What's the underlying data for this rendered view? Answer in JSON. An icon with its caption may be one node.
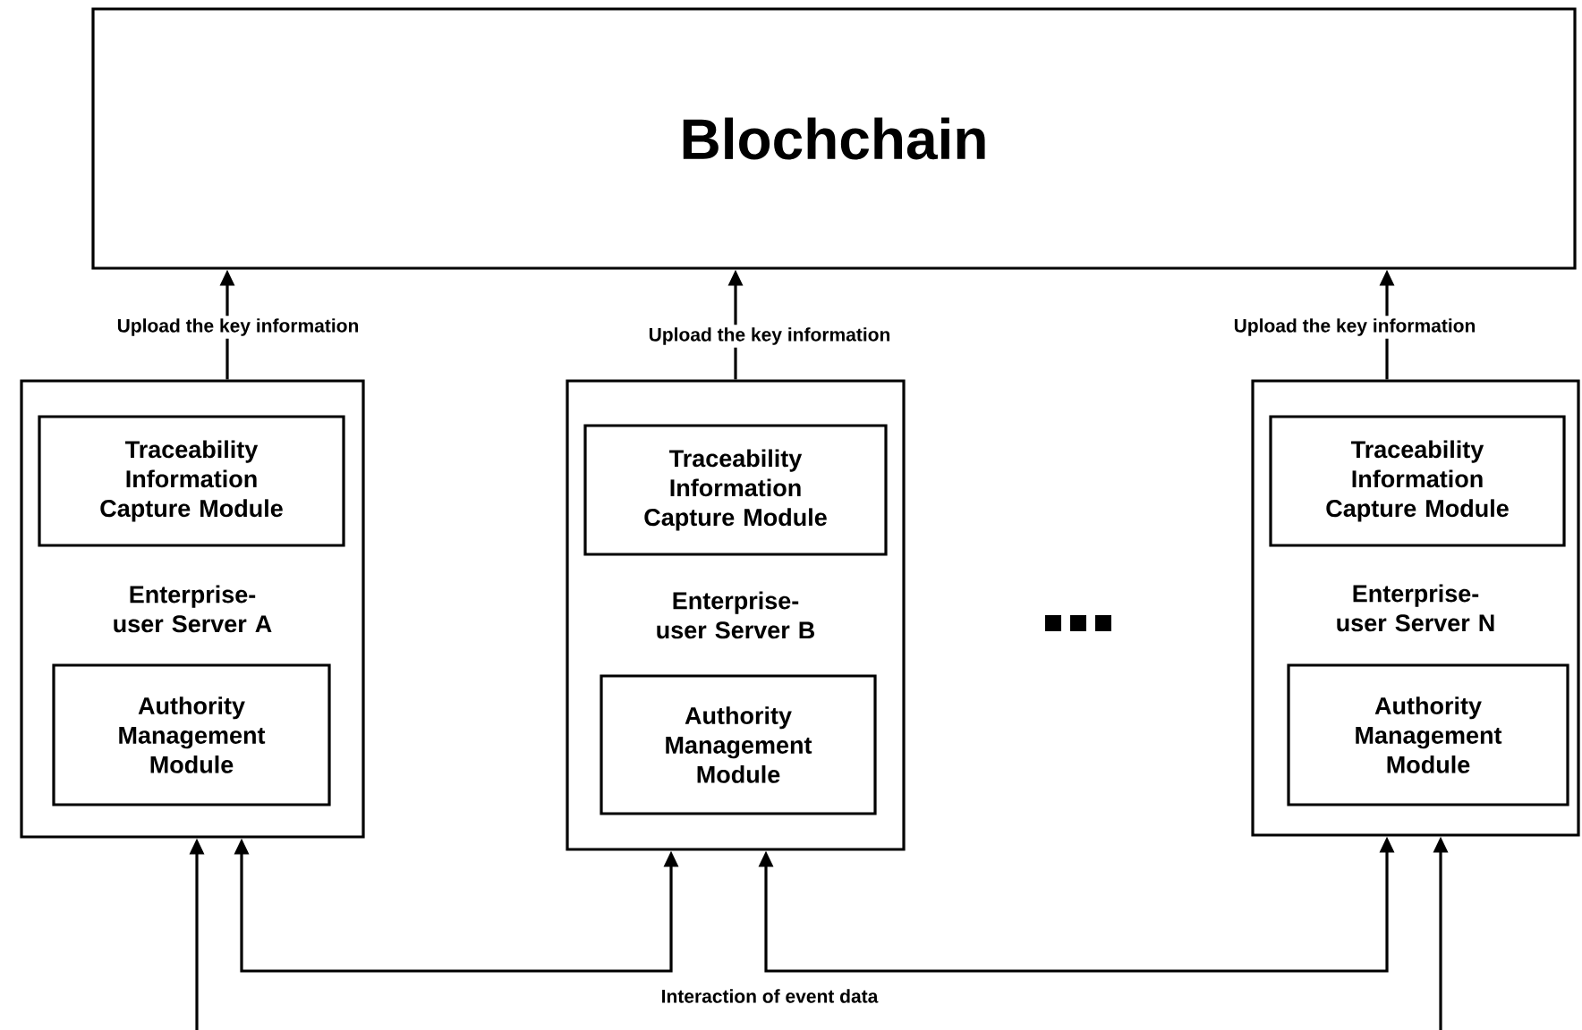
{
  "diagram": {
    "nodes": [
      {
        "text": [
          "Blochchain"
        ]
      },
      {
        "text": [
          "Enterprise-user Server A"
        ]
      },
      {
        "text": [
          "Traceability Information Capture Module"
        ],
        "in": 1
      },
      {
        "text": [
          "Authority Management Module"
        ],
        "in": 1
      },
      {
        "text": [
          "Enterprise-user Server B"
        ]
      },
      {
        "text": [
          "Traceability Information Capture Module"
        ],
        "in": 4
      },
      {
        "text": [
          "Authority Management Module"
        ],
        "in": 4
      },
      {
        "text": [
          "Enterprise-user Server N"
        ]
      },
      {
        "text": [
          "Traceability Information Capture Module"
        ],
        "in": 7
      },
      {
        "text": [
          "Authority Management Module"
        ],
        "in": 7
      }
    ],
    "edges": [
      {
        "from": 1,
        "to": 0,
        "arrow": "to",
        "label": "Upload the key information"
      },
      {
        "from": 4,
        "to": 0,
        "arrow": "to",
        "label": "Upload the key information"
      },
      {
        "from": 7,
        "to": 0,
        "arrow": "to",
        "label": "Upload the key information"
      },
      {
        "from": null,
        "to": 1,
        "arrow": "to"
      },
      {
        "from": 1,
        "to": 4,
        "arrow": "both"
      },
      {
        "from": 4,
        "to": 7,
        "arrow": "both"
      },
      {
        "from": null,
        "to": 7,
        "arrow": "to"
      }
    ],
    "labels": [
      "Interaction of event data"
    ]
  }
}
